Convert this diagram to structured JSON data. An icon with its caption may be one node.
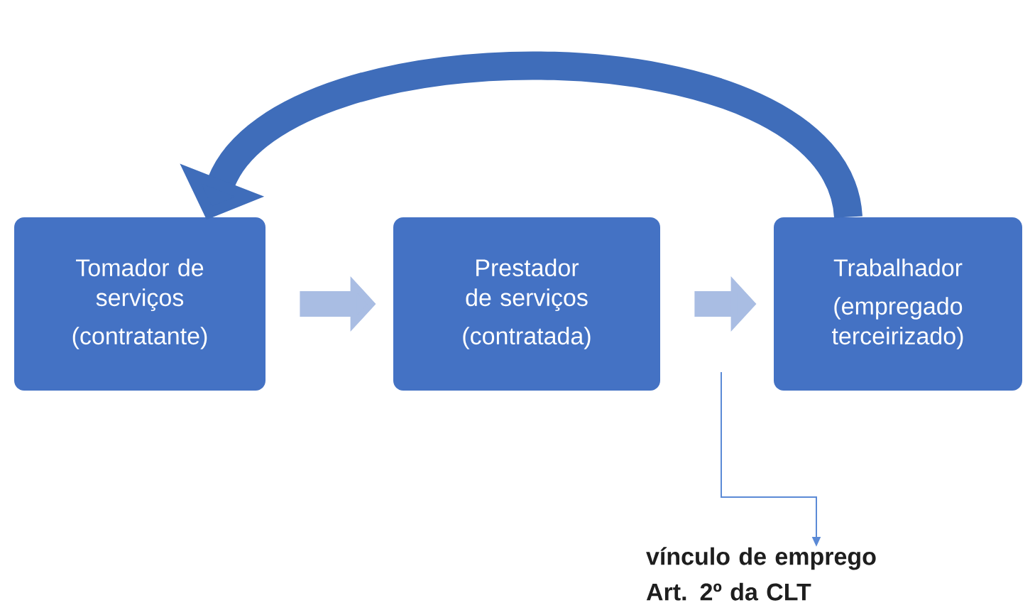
{
  "diagram": {
    "nodes": [
      {
        "text": [
          "Tomador de serviços",
          "(contratante)"
        ]
      },
      {
        "text": [
          "Prestador de serviços",
          "(contratada)"
        ]
      },
      {
        "text": [
          "Trabalhador",
          "(empregado terceirizado)"
        ]
      },
      {
        "text": [
          "vínculo de emprego Art. 2º da CLT"
        ]
      }
    ],
    "edges": [
      {
        "from": 0,
        "to": 1,
        "arrow": "to",
        "color": "#a9bde3"
      },
      {
        "from": 1,
        "to": 2,
        "arrow": "to",
        "color": "#a9bde3"
      },
      {
        "from": 2,
        "to": 0,
        "arrow": "to",
        "color": "#3f6dba"
      },
      {
        "from": null,
        "to": 3,
        "arrow": "to",
        "color": "#5b8ad6"
      }
    ]
  }
}
